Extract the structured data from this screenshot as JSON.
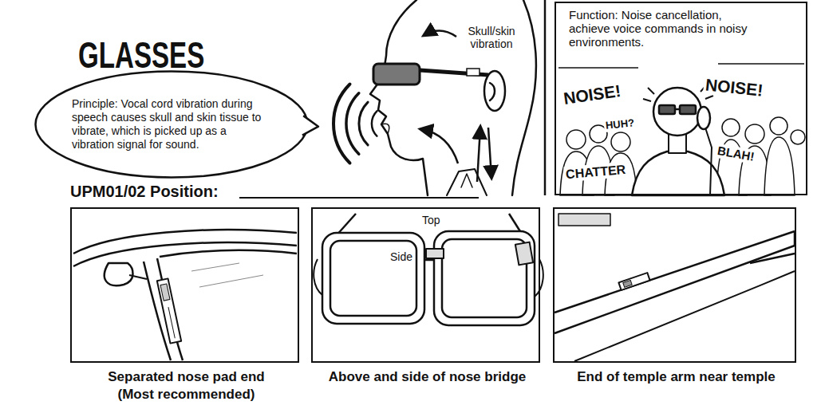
{
  "diagram": {
    "title": "GLASSES",
    "nodes": [
      {
        "text": [
          "Principle: Vocal cord vibration during speech causes skull and skin tissue to vibrate, which is picked up as a vibration signal for sound."
        ]
      },
      {
        "text": [
          "Function: Noise cancellation, achieve voice commands in noisy environments."
        ]
      },
      {
        "text": [
          "Separated nose pad end",
          "(Most recommended)"
        ]
      },
      {
        "text": [
          "Above and side of nose bridge"
        ]
      },
      {
        "text": [
          "End of temple arm near temple"
        ]
      }
    ],
    "labels": [
      "Skull/skin vibration",
      "NOISE!",
      "HUH?",
      "NOISE!",
      "CHATTER",
      "BLAH!",
      "UPM01/02 Position:",
      "Top",
      "Side"
    ]
  }
}
